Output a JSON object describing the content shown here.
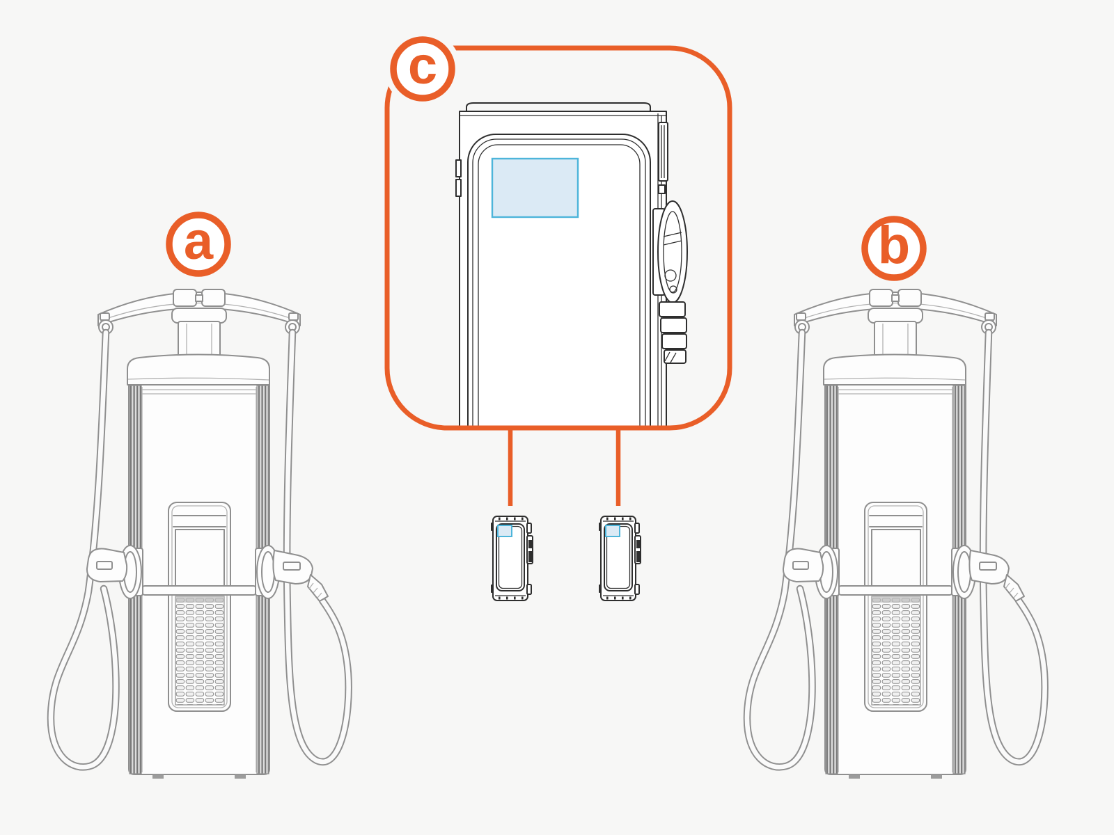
{
  "badges": {
    "a": "a",
    "b": "b",
    "c": "c"
  },
  "colors": {
    "bg": "#f7f7f6",
    "accent": "#e95e28",
    "screenFill": "#dbeaf5",
    "screenStroke": "#4db5da",
    "lineLight": "#8f8f8f",
    "lineFaint": "#b2b2b2",
    "lineDark": "#2e2e2e"
  },
  "illustrations": {
    "a": "pedestal-dc-fast-charger",
    "b": "pedestal-dc-fast-charger",
    "c": "wall-mounted-charger-detail",
    "mini": "wallbox-charger"
  }
}
